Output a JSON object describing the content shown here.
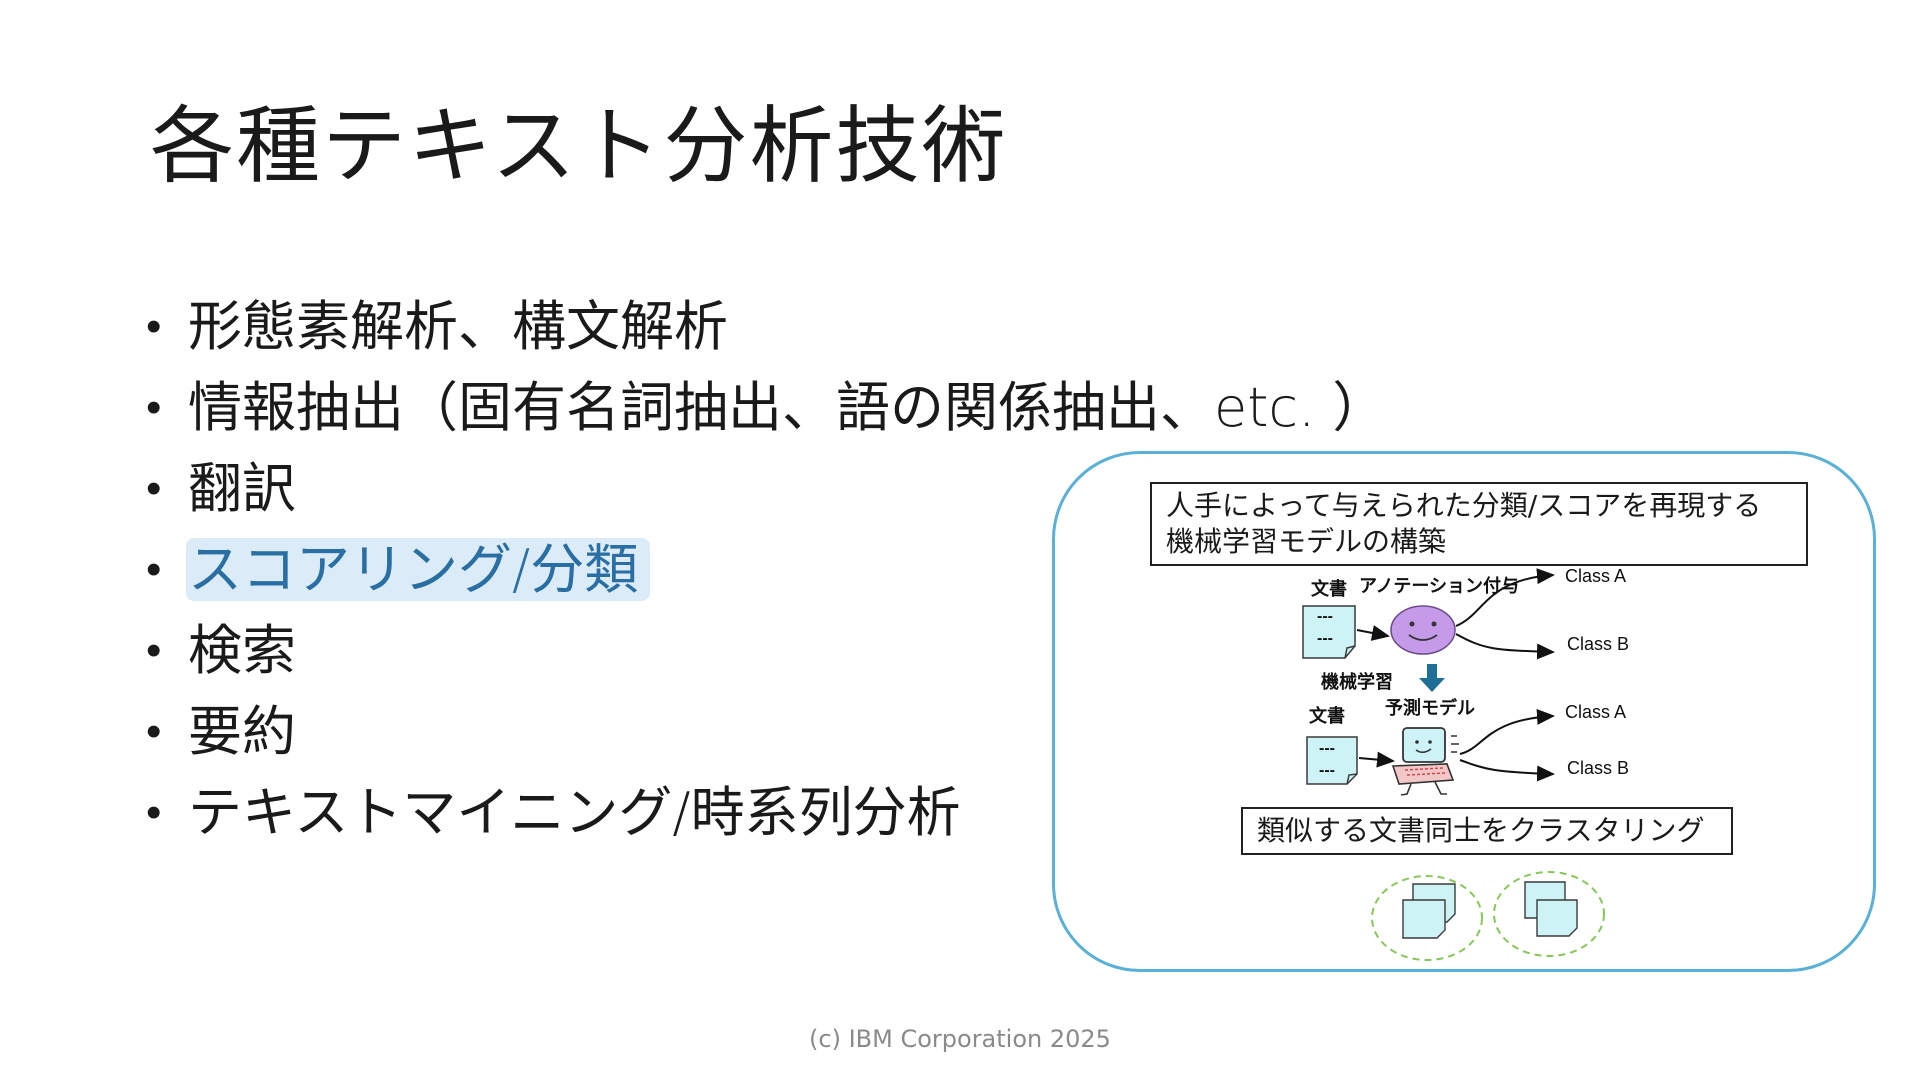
{
  "slide": {
    "title": "各種テキスト分析技術",
    "footer": "(c) IBM Corporation 2025"
  },
  "bullets": [
    {
      "text": "形態素解析、構文解析",
      "highlighted": false
    },
    {
      "text": "情報抽出（固有名詞抽出、語の関係抽出、etc. ）",
      "highlighted": false
    },
    {
      "text": "翻訳",
      "highlighted": false
    },
    {
      "text": "スコアリング/分類",
      "highlighted": true
    },
    {
      "text": "検索",
      "highlighted": false
    },
    {
      "text": "要約",
      "highlighted": false
    },
    {
      "text": "テキストマイニング/時系列分析",
      "highlighted": false
    }
  ],
  "diagram": {
    "classification_box": "人手によって与えられた分類/スコアを再現する\n機械学習モデルの構築",
    "doc_label_1": "文書",
    "annotation_label": "アノテーション付与",
    "class_a_1": "Class A",
    "class_b_1": "Class B",
    "ml_label": "機械学習",
    "doc_label_2": "文書",
    "model_label": "予測モデル",
    "class_a_2": "Class A",
    "class_b_2": "Class B",
    "clustering_box": "類似する文書同士をクラスタリング",
    "doc_mark": "---"
  },
  "colors": {
    "frame_border": "#5ab0d6",
    "highlight_bg": "#dcebf8",
    "highlight_text": "#2a6fa3",
    "face_fill": "#c59ae8",
    "doc_fill": "#cdf3f7",
    "cluster_border": "#88c75a",
    "arrow_down": "#1f6e96"
  }
}
